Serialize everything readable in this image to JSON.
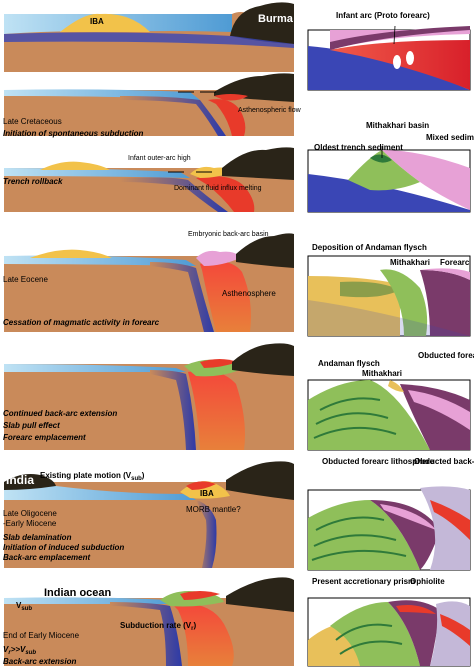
{
  "colors": {
    "crust": "#c98a5a",
    "crust_dark": "#b8764a",
    "water": "#5da8d8",
    "plate": "#3a46b5",
    "mantle": "#e83a2a",
    "arc_yellow": "#f2c24a",
    "continent": "#2a2418",
    "green": "#8fbf5a",
    "dark_green": "#2f7a3a",
    "pink": "#e7a1d6",
    "purple": "#7a3a6a",
    "flysch": "#e8c05a",
    "ocean_plate_dark": "#2a2a8a"
  },
  "panel1": {
    "iba": "IBA",
    "burma": "Burma",
    "age": "Late Cretaceous",
    "process": "Initiation of spontaneous subduction",
    "asthenospheric_flow": "Asthenospheric flow",
    "detail_label": "Infant arc (Proto forearc)"
  },
  "panel2": {
    "outer_arc": "Infant outer-arc high",
    "fluid": "Dominant fluid influx melting",
    "process": "Trench rollback",
    "basin": "Mithakhari basin",
    "oldest": "Oldest trench sediment",
    "mixed": "Mixed sediment"
  },
  "panel3": {
    "embryonic": "Embryonic back-arc basin",
    "age": "Late Eocene",
    "process": "Cessation of magmatic activity in forearc",
    "asthenosphere": "Asthenosphere",
    "deposition": "Deposition of Andaman flysch",
    "mithakhari": "Mithakhari",
    "forearc": "Forearc"
  },
  "panel4": {
    "line1": "Continued back-arc extension",
    "line2": "Slab pull effect",
    "line3": "Forearc emplacement",
    "andaman": "Andaman flysch",
    "mithakhari": "Mithakhari",
    "obducted": "Obducted forearc lithosphere"
  },
  "panel5": {
    "india": "India",
    "existing": "Existing plate motion (V",
    "existing_sub": "sub",
    "iba": "IBA",
    "morb": "MORB mantle?",
    "age1": "Late Oligocene",
    "age2": "-Early Miocene",
    "line1": "Slab delamination",
    "line2": "Initiation of induced subduction",
    "line3": "Back-arc emplacement",
    "obducted_forearc": "Obducted forearc lithosphere",
    "obducted_backarc": "Obducted back-arc lithosphere"
  },
  "panel6": {
    "ocean": "Indian ocean",
    "vsub": "V",
    "vsub_sub": "sub",
    "subduction_rate": "Subduction rate (V",
    "subduction_rate_sub": "r",
    "age": "End of Early Miocene",
    "rel": "V",
    "rel_r": "r",
    "rel_mid": ">>V",
    "rel_sub": "sub",
    "backarc": "Back-arc extension",
    "prism": "Present accretionary prism",
    "ophiolite": "Ophiolite"
  }
}
